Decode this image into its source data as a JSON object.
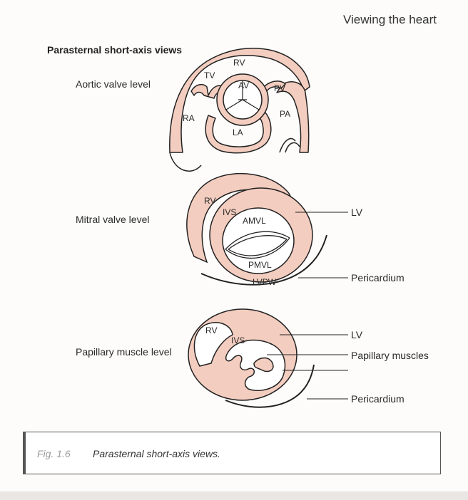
{
  "header": {
    "running_head": "Viewing the heart"
  },
  "figure": {
    "section_title": "Parasternal short-axis views",
    "levels": {
      "aortic": {
        "label": "Aortic valve level",
        "structures": {
          "rv": "RV",
          "tv": "TV",
          "av": "AV",
          "pv": "PV",
          "ra": "RA",
          "pa": "PA",
          "la": "LA"
        }
      },
      "mitral": {
        "label": "Mitral valve level",
        "structures": {
          "rv": "RV",
          "ivs": "IVS",
          "amvl": "AMVL",
          "pmvl": "PMVL",
          "lvpw": "LVPW"
        },
        "callouts": {
          "lv": "LV",
          "pericardium": "Pericardium"
        }
      },
      "papillary": {
        "label": "Papillary muscle level",
        "structures": {
          "rv": "RV",
          "ivs": "IVS"
        },
        "callouts": {
          "lv": "LV",
          "papillary_muscles": "Papillary muscles",
          "pericardium": "Pericardium"
        }
      }
    },
    "colors": {
      "tissue_fill": "#f3cdbf",
      "outline": "#222222"
    }
  },
  "caption": {
    "fig_number": "Fig. 1.6",
    "text": "Parasternal short-axis views."
  }
}
